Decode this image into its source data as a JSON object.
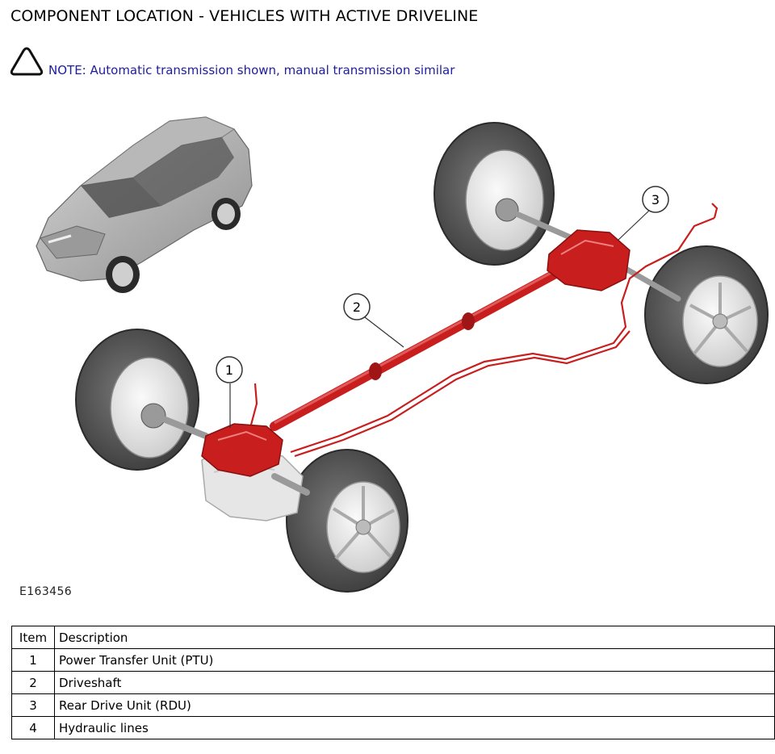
{
  "page_title": "COMPONENT LOCATION - VEHICLES WITH ACTIVE DRIVELINE",
  "note": {
    "icon": "warning-triangle-icon",
    "text": "NOTE: Automatic transmission shown, manual transmission similar"
  },
  "illustration": {
    "id": "E163456",
    "callouts": [
      "1",
      "2",
      "3"
    ],
    "highlight_color": "#c81e1e"
  },
  "table": {
    "headers": {
      "item": "Item",
      "description": "Description"
    },
    "rows": [
      {
        "item": "1",
        "description": "Power Transfer Unit (PTU)"
      },
      {
        "item": "2",
        "description": "Driveshaft"
      },
      {
        "item": "3",
        "description": "Rear Drive Unit (RDU)"
      },
      {
        "item": "4",
        "description": "Hydraulic lines"
      }
    ]
  }
}
